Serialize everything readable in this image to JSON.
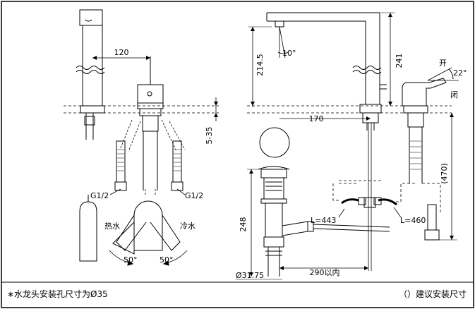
{
  "drawing": {
    "dimensions": {
      "spacing_120": "120",
      "deck_5_35": "5-35",
      "thread_left": "G1/2",
      "thread_right": "G1/2",
      "height_214_5": "214.5",
      "spout_angle": "10°",
      "height_241": "241",
      "reach_170": "170",
      "lever_angle": "22°",
      "hose_470": "(470)",
      "drain_248": "248",
      "hose_L443": "L=443",
      "hose_L460": "L=460",
      "drain_dia": "Ø31.75",
      "rod_290": "290以内",
      "angle_left": "50°",
      "angle_right": "50°"
    },
    "labels": {
      "open": "开",
      "close": "闭",
      "hot_water": "热水",
      "cold_water": "冷水"
    },
    "notes": {
      "install_hole": "∗水龙头安装孔尺寸为Ø35",
      "suggested": "（）建议安装尺寸"
    }
  }
}
